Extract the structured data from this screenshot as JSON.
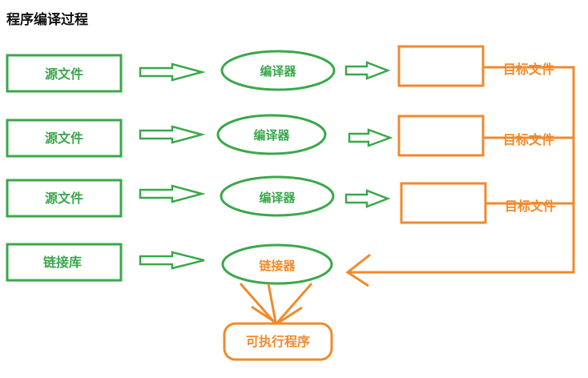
{
  "title": "程序编译过程",
  "rows": [
    {
      "source": "源文件",
      "compiler": "编译器",
      "target": "目标文件"
    },
    {
      "source": "源文件",
      "compiler": "编译器",
      "target": "目标文件"
    },
    {
      "source": "源文件",
      "compiler": "编译器",
      "target": "目标文件"
    }
  ],
  "library": "链接库",
  "linker": "链接器",
  "output": "可执行程序",
  "colors": {
    "green": "#3aa84a",
    "orange": "#f08a2c",
    "text": "#111111"
  }
}
